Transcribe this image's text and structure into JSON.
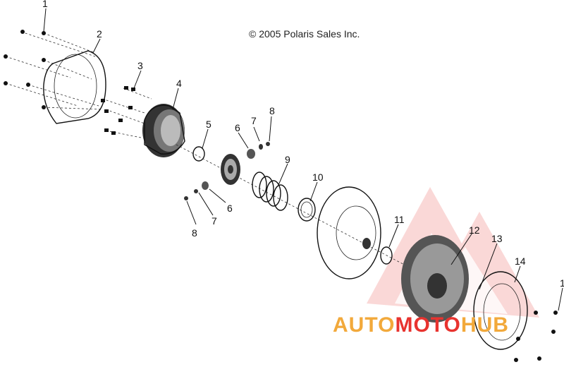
{
  "copyright": "© 2005 Polaris Sales Inc.",
  "part_labels": [
    "1",
    "2",
    "3",
    "4",
    "5",
    "6",
    "7",
    "8",
    "9",
    "10",
    "11",
    "12",
    "13",
    "14",
    "6",
    "7",
    "8",
    "1"
  ],
  "watermark": {
    "part1": "AUTO",
    "part2": "MOTO",
    "part3": "HUB",
    "color_main": "#f2a93b",
    "color_red": "#e8332f",
    "triangle_color": "#e8332f"
  }
}
